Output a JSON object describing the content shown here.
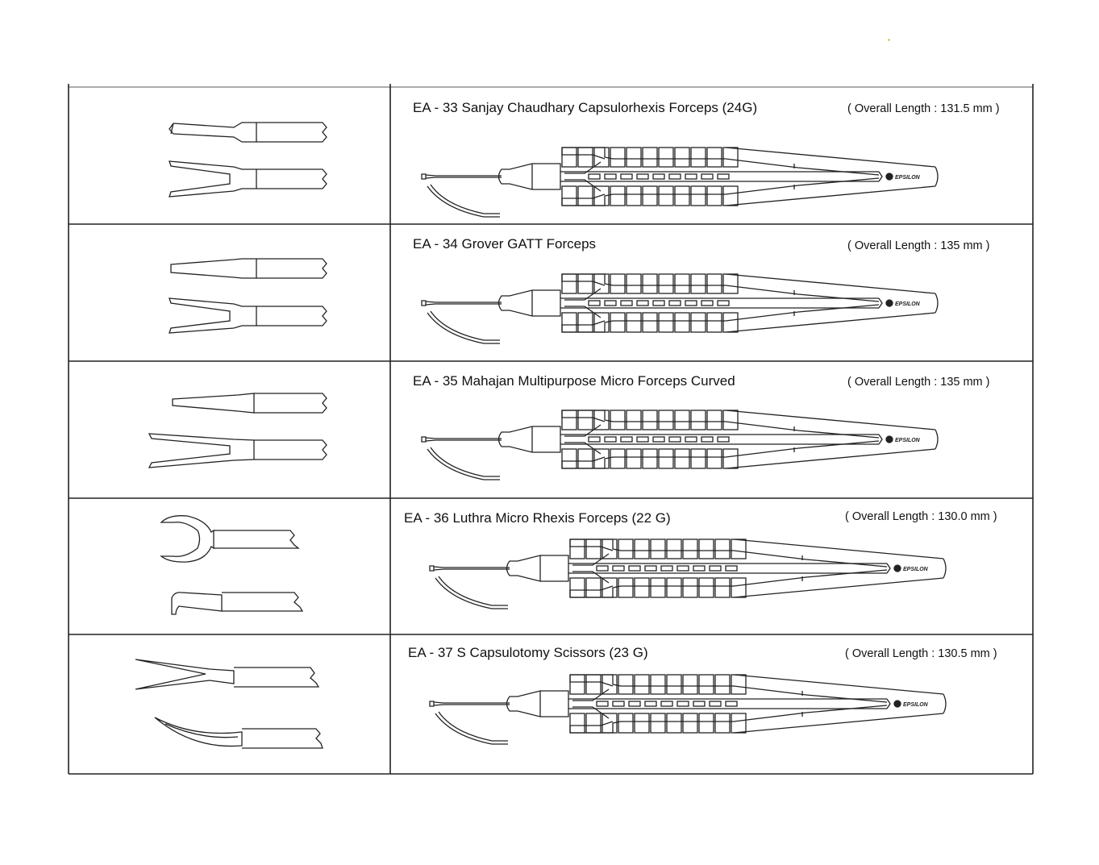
{
  "brand": "EPSILON",
  "colors": {
    "line": "#222222",
    "accent_dot": "#d8d060"
  },
  "products": [
    {
      "code": "EA - 33",
      "title": "EA - 33 Sanjay Chaudhary Capsulorhexis Forceps (24G)",
      "length": "( Overall Length : 131.5 mm )"
    },
    {
      "code": "EA - 34",
      "title": "EA - 34 Grover GATT Forceps",
      "length": "( Overall Length : 135 mm )"
    },
    {
      "code": "EA - 35",
      "title": "EA - 35 Mahajan Multipurpose Micro Forceps Curved",
      "length": "( Overall Length : 135 mm )"
    },
    {
      "code": "EA - 36",
      "title": "EA - 36  Luthra Micro Rhexis Forceps (22 G)",
      "length": "( Overall Length : 130.0 mm )"
    },
    {
      "code": "EA - 37",
      "title": "EA - 37 S Capsulotomy Scissors (23 G)",
      "length": "( Overall Length : 130.5 mm )"
    }
  ]
}
